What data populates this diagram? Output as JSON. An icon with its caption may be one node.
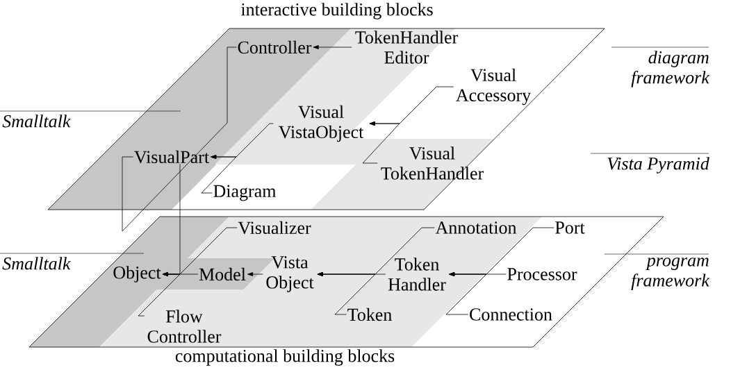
{
  "diagram": {
    "nodes": [
      {
        "text": [
          "Controller"
        ]
      },
      {
        "text": [
          "TokenHandler Editor"
        ]
      },
      {
        "text": [
          "Visual Accessory"
        ]
      },
      {
        "text": [
          "Visual VistaObject"
        ]
      },
      {
        "text": [
          "VisualPart"
        ]
      },
      {
        "text": [
          "Visual TokenHandler"
        ]
      },
      {
        "text": [
          "Diagram"
        ]
      },
      {
        "text": [
          "Visualizer"
        ]
      },
      {
        "text": [
          "Annotation"
        ]
      },
      {
        "text": [
          "Port"
        ]
      },
      {
        "text": [
          "Object"
        ]
      },
      {
        "text": [
          "Model"
        ]
      },
      {
        "text": [
          "Vista Object"
        ]
      },
      {
        "text": [
          "Token Handler"
        ]
      },
      {
        "text": [
          "Processor"
        ]
      },
      {
        "text": [
          "Flow Controller"
        ]
      },
      {
        "text": [
          "Token"
        ]
      },
      {
        "text": [
          "Connection"
        ]
      }
    ],
    "edges": [
      {
        "from": 1,
        "to": 0,
        "arrow": "to"
      },
      {
        "from": 0,
        "to": 4,
        "arrow": "none"
      },
      {
        "from": 2,
        "to": 3,
        "arrow": "to"
      },
      {
        "from": 5,
        "to": 3,
        "arrow": "to"
      },
      {
        "from": 3,
        "to": 4,
        "arrow": "to"
      },
      {
        "from": 6,
        "to": 4,
        "arrow": "to"
      },
      {
        "from": 4,
        "to": 10,
        "arrow": "to"
      },
      {
        "from": 7,
        "to": 10,
        "arrow": "to"
      },
      {
        "from": 11,
        "to": 10,
        "arrow": "to"
      },
      {
        "from": 15,
        "to": 10,
        "arrow": "to"
      },
      {
        "from": 12,
        "to": 11,
        "arrow": "to"
      },
      {
        "from": 8,
        "to": 12,
        "arrow": "to"
      },
      {
        "from": 13,
        "to": 12,
        "arrow": "to"
      },
      {
        "from": 16,
        "to": 12,
        "arrow": "to"
      },
      {
        "from": 9,
        "to": 13,
        "arrow": "to"
      },
      {
        "from": 14,
        "to": 13,
        "arrow": "to"
      },
      {
        "from": 17,
        "to": 13,
        "arrow": "to"
      }
    ],
    "labels": [
      "interactive building blocks",
      "diagram framework",
      "Smalltalk",
      "Vista Pyramid",
      "Smalltalk",
      "program framework",
      "computational building blocks"
    ]
  }
}
